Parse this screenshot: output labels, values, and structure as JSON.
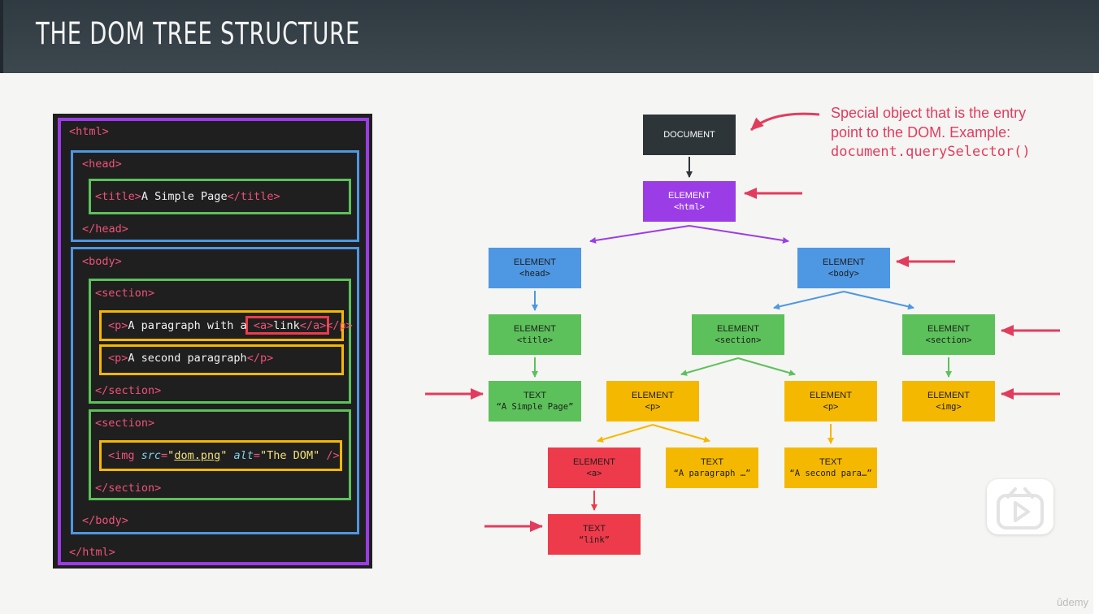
{
  "title": "THE DOM TREE STRUCTURE",
  "colors": {
    "html": "#9b3de6",
    "head": "#4e97e3",
    "body": "#4e97e3",
    "section": "#5cc15a",
    "p": "#f5b800",
    "a": "#ee3b4b",
    "document": "#2d3539",
    "arrow": "#e23c5d"
  },
  "code": {
    "html_open": "<html>",
    "head_open": "<head>",
    "title_line_open": "<title>",
    "title_text": "A Simple Page",
    "title_line_close": "</title>",
    "head_close": "</head>",
    "body_open": "<body>",
    "section1_open": "<section>",
    "p1_open": "<p>",
    "p1_text": "A paragraph with a ",
    "a_open": "<a>",
    "a_text": "link",
    "a_close": "</a>",
    "p1_close": "</p>",
    "p2_open": "<p>",
    "p2_text": "A second paragraph",
    "p2_close": "</p>",
    "section1_close": "</section>",
    "section2_open": "<section>",
    "img_open": "<img ",
    "img_src_attr": "src",
    "img_src_val": "dom.png",
    "img_alt_attr": "alt",
    "img_alt_val": "The DOM",
    "img_end": " />",
    "section2_close": "</section>",
    "body_close": "</body>",
    "html_close": "</html>"
  },
  "nodes": {
    "document": {
      "kind": "DOCUMENT",
      "value": ""
    },
    "html": {
      "kind": "ELEMENT",
      "value": "<html>"
    },
    "head": {
      "kind": "ELEMENT",
      "value": "<head>"
    },
    "body": {
      "kind": "ELEMENT",
      "value": "<body>"
    },
    "title": {
      "kind": "ELEMENT",
      "value": "<title>"
    },
    "section1": {
      "kind": "ELEMENT",
      "value": "<section>"
    },
    "section2": {
      "kind": "ELEMENT",
      "value": "<section>"
    },
    "text_title": {
      "kind": "TEXT",
      "value": "“A Simple Page”"
    },
    "p1": {
      "kind": "ELEMENT",
      "value": "<p>"
    },
    "p2": {
      "kind": "ELEMENT",
      "value": "<p>"
    },
    "img": {
      "kind": "ELEMENT",
      "value": "<img>"
    },
    "a": {
      "kind": "ELEMENT",
      "value": "<a>"
    },
    "text_p1": {
      "kind": "TEXT",
      "value": "“A paragraph …”"
    },
    "text_p2": {
      "kind": "TEXT",
      "value": "“A second para…”"
    },
    "text_link": {
      "kind": "TEXT",
      "value": "“link”"
    }
  },
  "note": {
    "line1": "Special object that is the entry",
    "line2": "point to the DOM. Example:",
    "line3": "document.querySelector()"
  },
  "watermark": "ûdemy",
  "player_icon": "play-icon"
}
